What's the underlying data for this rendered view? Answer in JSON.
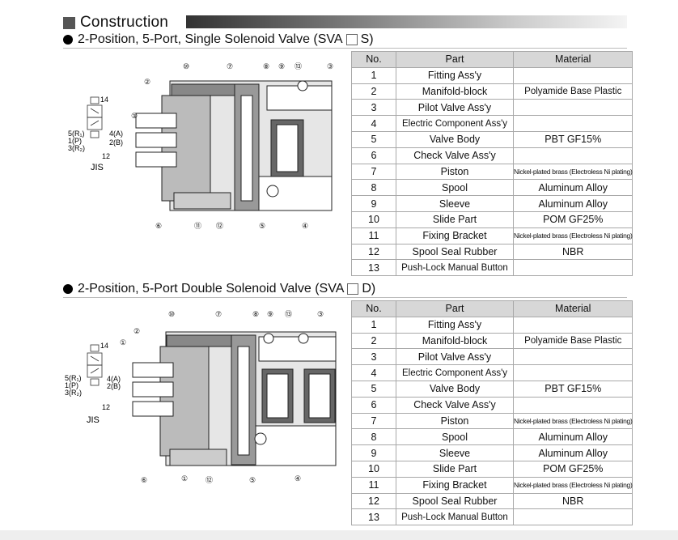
{
  "section_title": "Construction",
  "sections": [
    {
      "title_before": "2-Position, 5-Port, Single Solenoid Valve (SVA",
      "title_after": "S)",
      "symbol": {
        "p14": "14",
        "p12": "12",
        "p5": "5(R₁)",
        "p1": "1(P)",
        "p3": "3(R₂)",
        "p4": "4(A)",
        "p2": "2(B)",
        "jis": "JIS"
      },
      "callouts": {
        "c10": "⑩",
        "c2": "②",
        "c1": "①",
        "c7": "⑦",
        "c8": "⑧",
        "c9": "⑨",
        "c13": "⑬",
        "c3": "③",
        "c6": "⑥",
        "c11": "⑪",
        "c12": "⑫",
        "c5": "⑤",
        "c4": "④"
      }
    },
    {
      "title_before": "2-Position, 5-Port Double Solenoid Valve (SVA",
      "title_after": "D)",
      "symbol": {
        "p14": "14",
        "p12": "12",
        "p5": "5(R₁)",
        "p1": "1(P)",
        "p3": "3(R₂)",
        "p4": "4(A)",
        "p2": "2(B)",
        "jis": "JIS"
      },
      "callouts": {
        "c10": "⑩",
        "c2": "②",
        "c1": "①",
        "c7": "⑦",
        "c8": "⑧",
        "c9": "⑨",
        "c13": "⑬",
        "c3": "③",
        "c6": "⑥",
        "c11": "①",
        "c12": "⑫",
        "c5": "⑤",
        "c4": "④"
      }
    }
  ],
  "table": {
    "headers": [
      "No.",
      "Part",
      "Material"
    ],
    "rows": [
      [
        "1",
        "Fitting Ass'y",
        ""
      ],
      [
        "2",
        "Manifold-block",
        "Polyamide Base Plastic"
      ],
      [
        "3",
        "Pilot Valve Ass'y",
        ""
      ],
      [
        "4",
        "Electric Component Ass'y",
        ""
      ],
      [
        "5",
        "Valve Body",
        "PBT GF15%"
      ],
      [
        "6",
        "Check Valve Ass'y",
        ""
      ],
      [
        "7",
        "Piston",
        "Nickel-plated brass (Electroless Ni plating)"
      ],
      [
        "8",
        "Spool",
        "Aluminum Alloy"
      ],
      [
        "9",
        "Sleeve",
        "Aluminum Alloy"
      ],
      [
        "10",
        "Slide Part",
        "POM GF25%"
      ],
      [
        "11",
        "Fixing Bracket",
        "Nickel-plated brass (Electroless Ni plating)"
      ],
      [
        "12",
        "Spool Seal Rubber",
        "NBR"
      ],
      [
        "13",
        "Push-Lock Manual Button",
        ""
      ]
    ]
  }
}
